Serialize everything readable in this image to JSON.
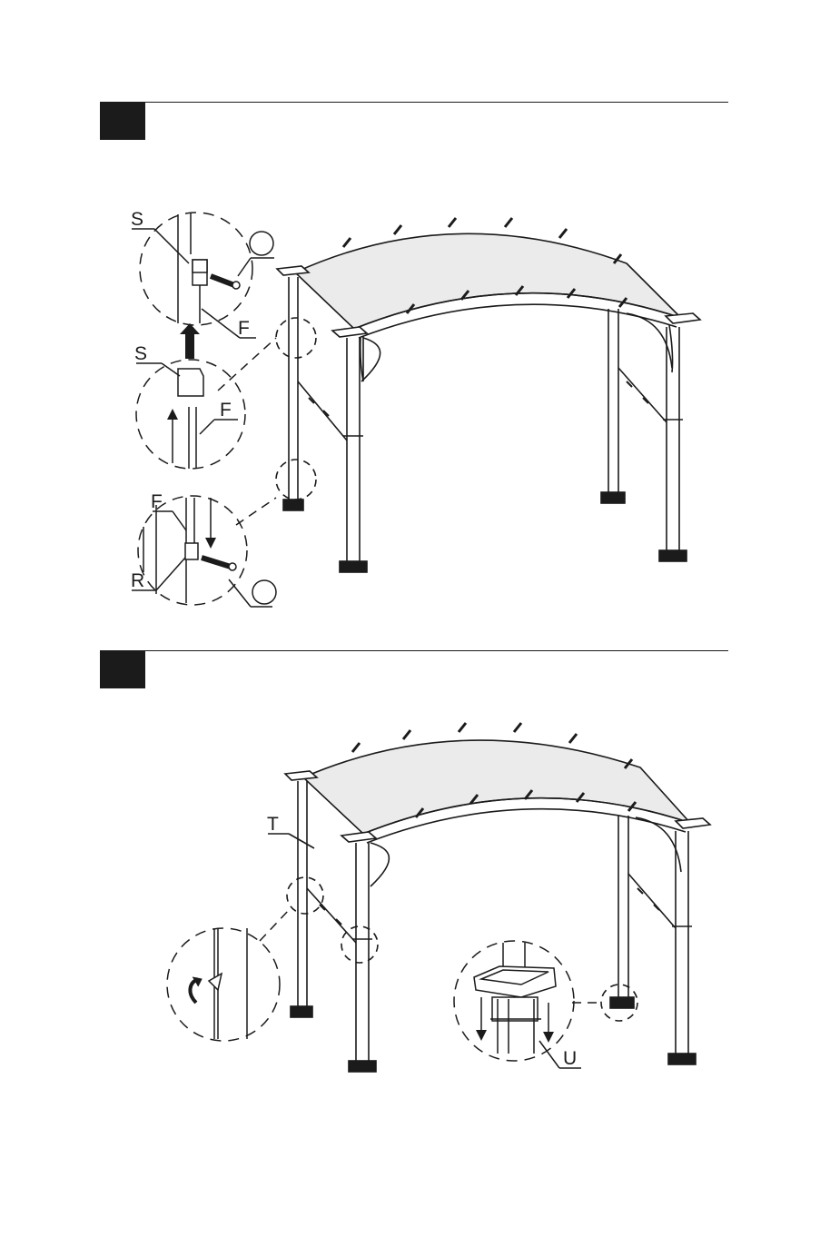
{
  "steps": [
    {
      "callouts": {
        "s_top": "S",
        "f_top": "F",
        "s_mid": "S",
        "f_mid": "F",
        "f_bot": "F",
        "r_bot": "R"
      }
    },
    {
      "callouts": {
        "t": "T",
        "u": "U"
      }
    }
  ],
  "colors": {
    "ink": "#1b1b1b",
    "canopy": "#ebebeb",
    "paper": "#ffffff"
  },
  "icons": [
    "screw-icon",
    "arrow-up-icon",
    "arrow-down-icon",
    "rotate-icon",
    "step-number-box"
  ]
}
